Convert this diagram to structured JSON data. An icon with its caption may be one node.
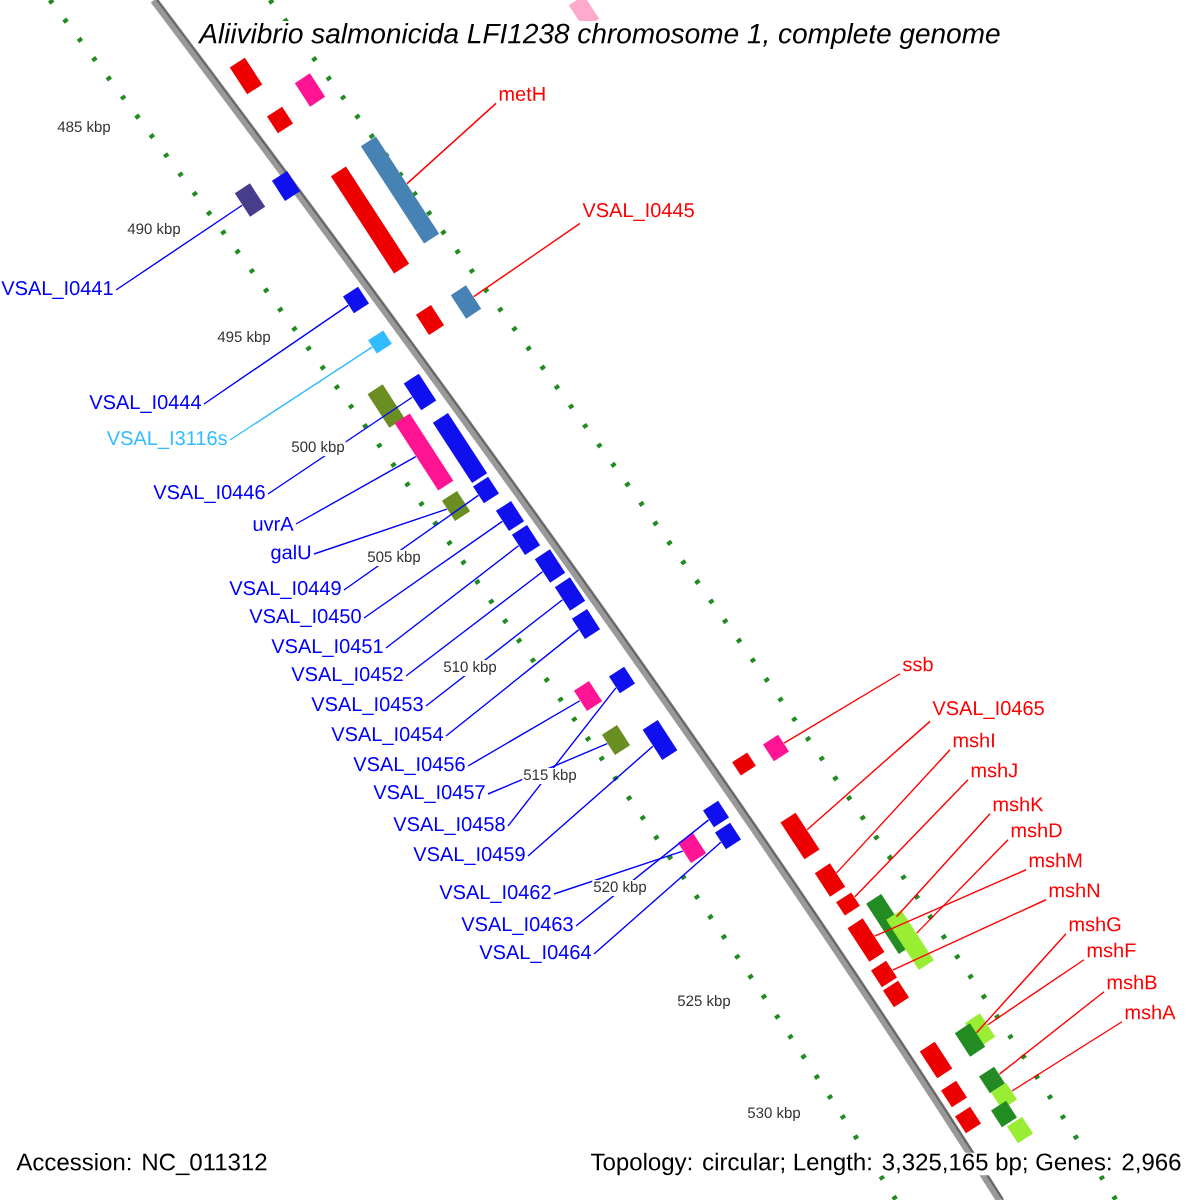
{
  "diagram": {
    "title": "Aliivibrio salmonicida LFI1238 chromosome 1, complete genome",
    "nodes": [
      {
        "text": [
          "VSAL_I0441"
        ]
      },
      {
        "text": [
          "VSAL_I0444"
        ]
      },
      {
        "text": [
          "VSAL_I3116s"
        ]
      },
      {
        "text": [
          "VSAL_I0446"
        ]
      },
      {
        "text": [
          "uvrA"
        ]
      },
      {
        "text": [
          "galU"
        ]
      },
      {
        "text": [
          "VSAL_I0449"
        ]
      },
      {
        "text": [
          "VSAL_I0450"
        ]
      },
      {
        "text": [
          "VSAL_I0451"
        ]
      },
      {
        "text": [
          "VSAL_I0452"
        ]
      },
      {
        "text": [
          "VSAL_I0453"
        ]
      },
      {
        "text": [
          "VSAL_I0454"
        ]
      },
      {
        "text": [
          "VSAL_I0456"
        ]
      },
      {
        "text": [
          "VSAL_I0457"
        ]
      },
      {
        "text": [
          "VSAL_I0458"
        ]
      },
      {
        "text": [
          "VSAL_I0459"
        ]
      },
      {
        "text": [
          "VSAL_I0462"
        ]
      },
      {
        "text": [
          "VSAL_I0463"
        ]
      },
      {
        "text": [
          "VSAL_I0464"
        ]
      },
      {
        "text": [
          "metH"
        ]
      },
      {
        "text": [
          "VSAL_I0445"
        ]
      },
      {
        "text": [
          "ssb"
        ]
      },
      {
        "text": [
          "VSAL_I0465"
        ]
      },
      {
        "text": [
          "mshI"
        ]
      },
      {
        "text": [
          "mshJ"
        ]
      },
      {
        "text": [
          "mshK"
        ]
      },
      {
        "text": [
          "mshD"
        ]
      },
      {
        "text": [
          "mshM"
        ]
      },
      {
        "text": [
          "mshN"
        ]
      },
      {
        "text": [
          "mshG"
        ]
      },
      {
        "text": [
          "mshF"
        ]
      },
      {
        "text": [
          "mshB"
        ]
      },
      {
        "text": [
          "mshA"
        ]
      },
      {
        "text": [],
        "shape": "box"
      },
      {
        "text": [],
        "shape": "box"
      },
      {
        "text": [],
        "shape": "box"
      },
      {
        "text": [],
        "shape": "box"
      },
      {
        "text": [],
        "shape": "box"
      },
      {
        "text": [],
        "shape": "box"
      },
      {
        "text": [],
        "shape": "box"
      },
      {
        "text": [],
        "shape": "box"
      },
      {
        "text": [],
        "shape": "box"
      },
      {
        "text": [],
        "shape": "box"
      },
      {
        "text": [],
        "shape": "box"
      },
      {
        "text": [],
        "shape": "box"
      },
      {
        "text": [],
        "shape": "box"
      },
      {
        "text": [],
        "shape": "box"
      },
      {
        "text": [],
        "shape": "box"
      },
      {
        "text": [],
        "shape": "box"
      },
      {
        "text": [],
        "shape": "box"
      },
      {
        "text": [],
        "shape": "box"
      },
      {
        "text": [],
        "shape": "box"
      },
      {
        "text": [],
        "shape": "box"
      },
      {
        "text": [],
        "shape": "box"
      },
      {
        "text": [],
        "shape": "box"
      },
      {
        "text": [],
        "shape": "box"
      },
      {
        "text": [],
        "shape": "box"
      },
      {
        "text": [],
        "shape": "box"
      },
      {
        "text": [],
        "shape": "box"
      },
      {
        "text": [],
        "shape": "box"
      },
      {
        "text": [],
        "shape": "box"
      },
      {
        "text": [],
        "shape": "box"
      },
      {
        "text": [],
        "shape": "box"
      },
      {
        "text": [],
        "shape": "box"
      },
      {
        "text": [],
        "shape": "box"
      },
      {
        "text": [],
        "shape": "box"
      },
      {
        "text": [],
        "shape": "box"
      },
      {
        "text": [],
        "shape": "box"
      },
      {
        "text": [],
        "shape": "box"
      },
      {
        "text": [],
        "shape": "box"
      },
      {
        "text": [],
        "shape": "box"
      },
      {
        "text": [],
        "shape": "box"
      },
      {
        "text": [],
        "shape": "box"
      },
      {
        "text": [],
        "shape": "box"
      },
      {
        "text": [],
        "shape": "box"
      },
      {
        "text": [],
        "shape": "box"
      },
      {
        "text": [],
        "shape": "box"
      },
      {
        "text": [],
        "shape": "box"
      },
      {
        "text": [],
        "shape": "box"
      },
      {
        "text": [],
        "shape": "box"
      },
      {
        "text": [],
        "shape": "box"
      },
      {
        "text": [],
        "shape": "box"
      }
    ],
    "edges": [
      {
        "from": 0,
        "to": 39,
        "arrow": "none"
      },
      {
        "from": 1,
        "to": 41,
        "arrow": "none"
      },
      {
        "from": 2,
        "to": 44,
        "arrow": "none",
        "color": "#33bbff"
      },
      {
        "from": 3,
        "to": 45,
        "arrow": "none"
      },
      {
        "from": 4,
        "to": 48,
        "arrow": "none"
      },
      {
        "from": 5,
        "to": 50,
        "arrow": "none"
      },
      {
        "from": 6,
        "to": 49,
        "arrow": "none"
      },
      {
        "from": 7,
        "to": 51,
        "arrow": "none"
      },
      {
        "from": 8,
        "to": 52,
        "arrow": "none"
      },
      {
        "from": 9,
        "to": 53,
        "arrow": "none"
      },
      {
        "from": 10,
        "to": 54,
        "arrow": "none"
      },
      {
        "from": 11,
        "to": 55,
        "arrow": "none"
      },
      {
        "from": 12,
        "to": 57,
        "arrow": "none"
      },
      {
        "from": 13,
        "to": 58,
        "arrow": "none"
      },
      {
        "from": 14,
        "to": 56,
        "arrow": "none"
      },
      {
        "from": 15,
        "to": 59,
        "arrow": "none"
      },
      {
        "from": 16,
        "to": 65,
        "arrow": "none"
      },
      {
        "from": 17,
        "to": 62,
        "arrow": "none"
      },
      {
        "from": 18,
        "to": 63,
        "arrow": "none"
      },
      {
        "from": 19,
        "to": 38,
        "arrow": "none",
        "color": "#ff0000"
      },
      {
        "from": 20,
        "to": 42,
        "arrow": "none",
        "color": "#ff0000"
      },
      {
        "from": 21,
        "to": 60,
        "arrow": "none",
        "color": "#ff0000"
      },
      {
        "from": 22,
        "to": 64,
        "arrow": "none",
        "color": "#ff0000"
      },
      {
        "from": 23,
        "to": 66,
        "arrow": "none",
        "color": "#ff0000"
      },
      {
        "from": 24,
        "to": 67,
        "arrow": "none",
        "color": "#ff0000"
      },
      {
        "from": 25,
        "to": 68,
        "arrow": "none",
        "color": "#ff0000"
      },
      {
        "from": 26,
        "to": 70,
        "arrow": "none",
        "color": "#ff0000"
      },
      {
        "from": 27,
        "to": 69,
        "arrow": "none",
        "color": "#ff0000"
      },
      {
        "from": 28,
        "to": 71,
        "arrow": "none",
        "color": "#ff0000"
      },
      {
        "from": 29,
        "to": 74,
        "arrow": "none",
        "color": "#ff0000"
      },
      {
        "from": 30,
        "to": 73,
        "arrow": "none",
        "color": "#ff0000"
      },
      {
        "from": 31,
        "to": 76,
        "arrow": "none",
        "color": "#ff0000"
      },
      {
        "from": 32,
        "to": 78,
        "arrow": "none",
        "color": "#ff0000"
      }
    ],
    "labels": [
      "485 kbp",
      "490 kbp",
      "495 kbp",
      "500 kbp",
      "505 kbp",
      "510 kbp",
      "515 kbp",
      "520 kbp",
      "525 kbp",
      "530 kbp",
      "Accession: NC_011312",
      "Topology: circular; Length: 3,325,165 bp; Genes: 2,966"
    ]
  }
}
